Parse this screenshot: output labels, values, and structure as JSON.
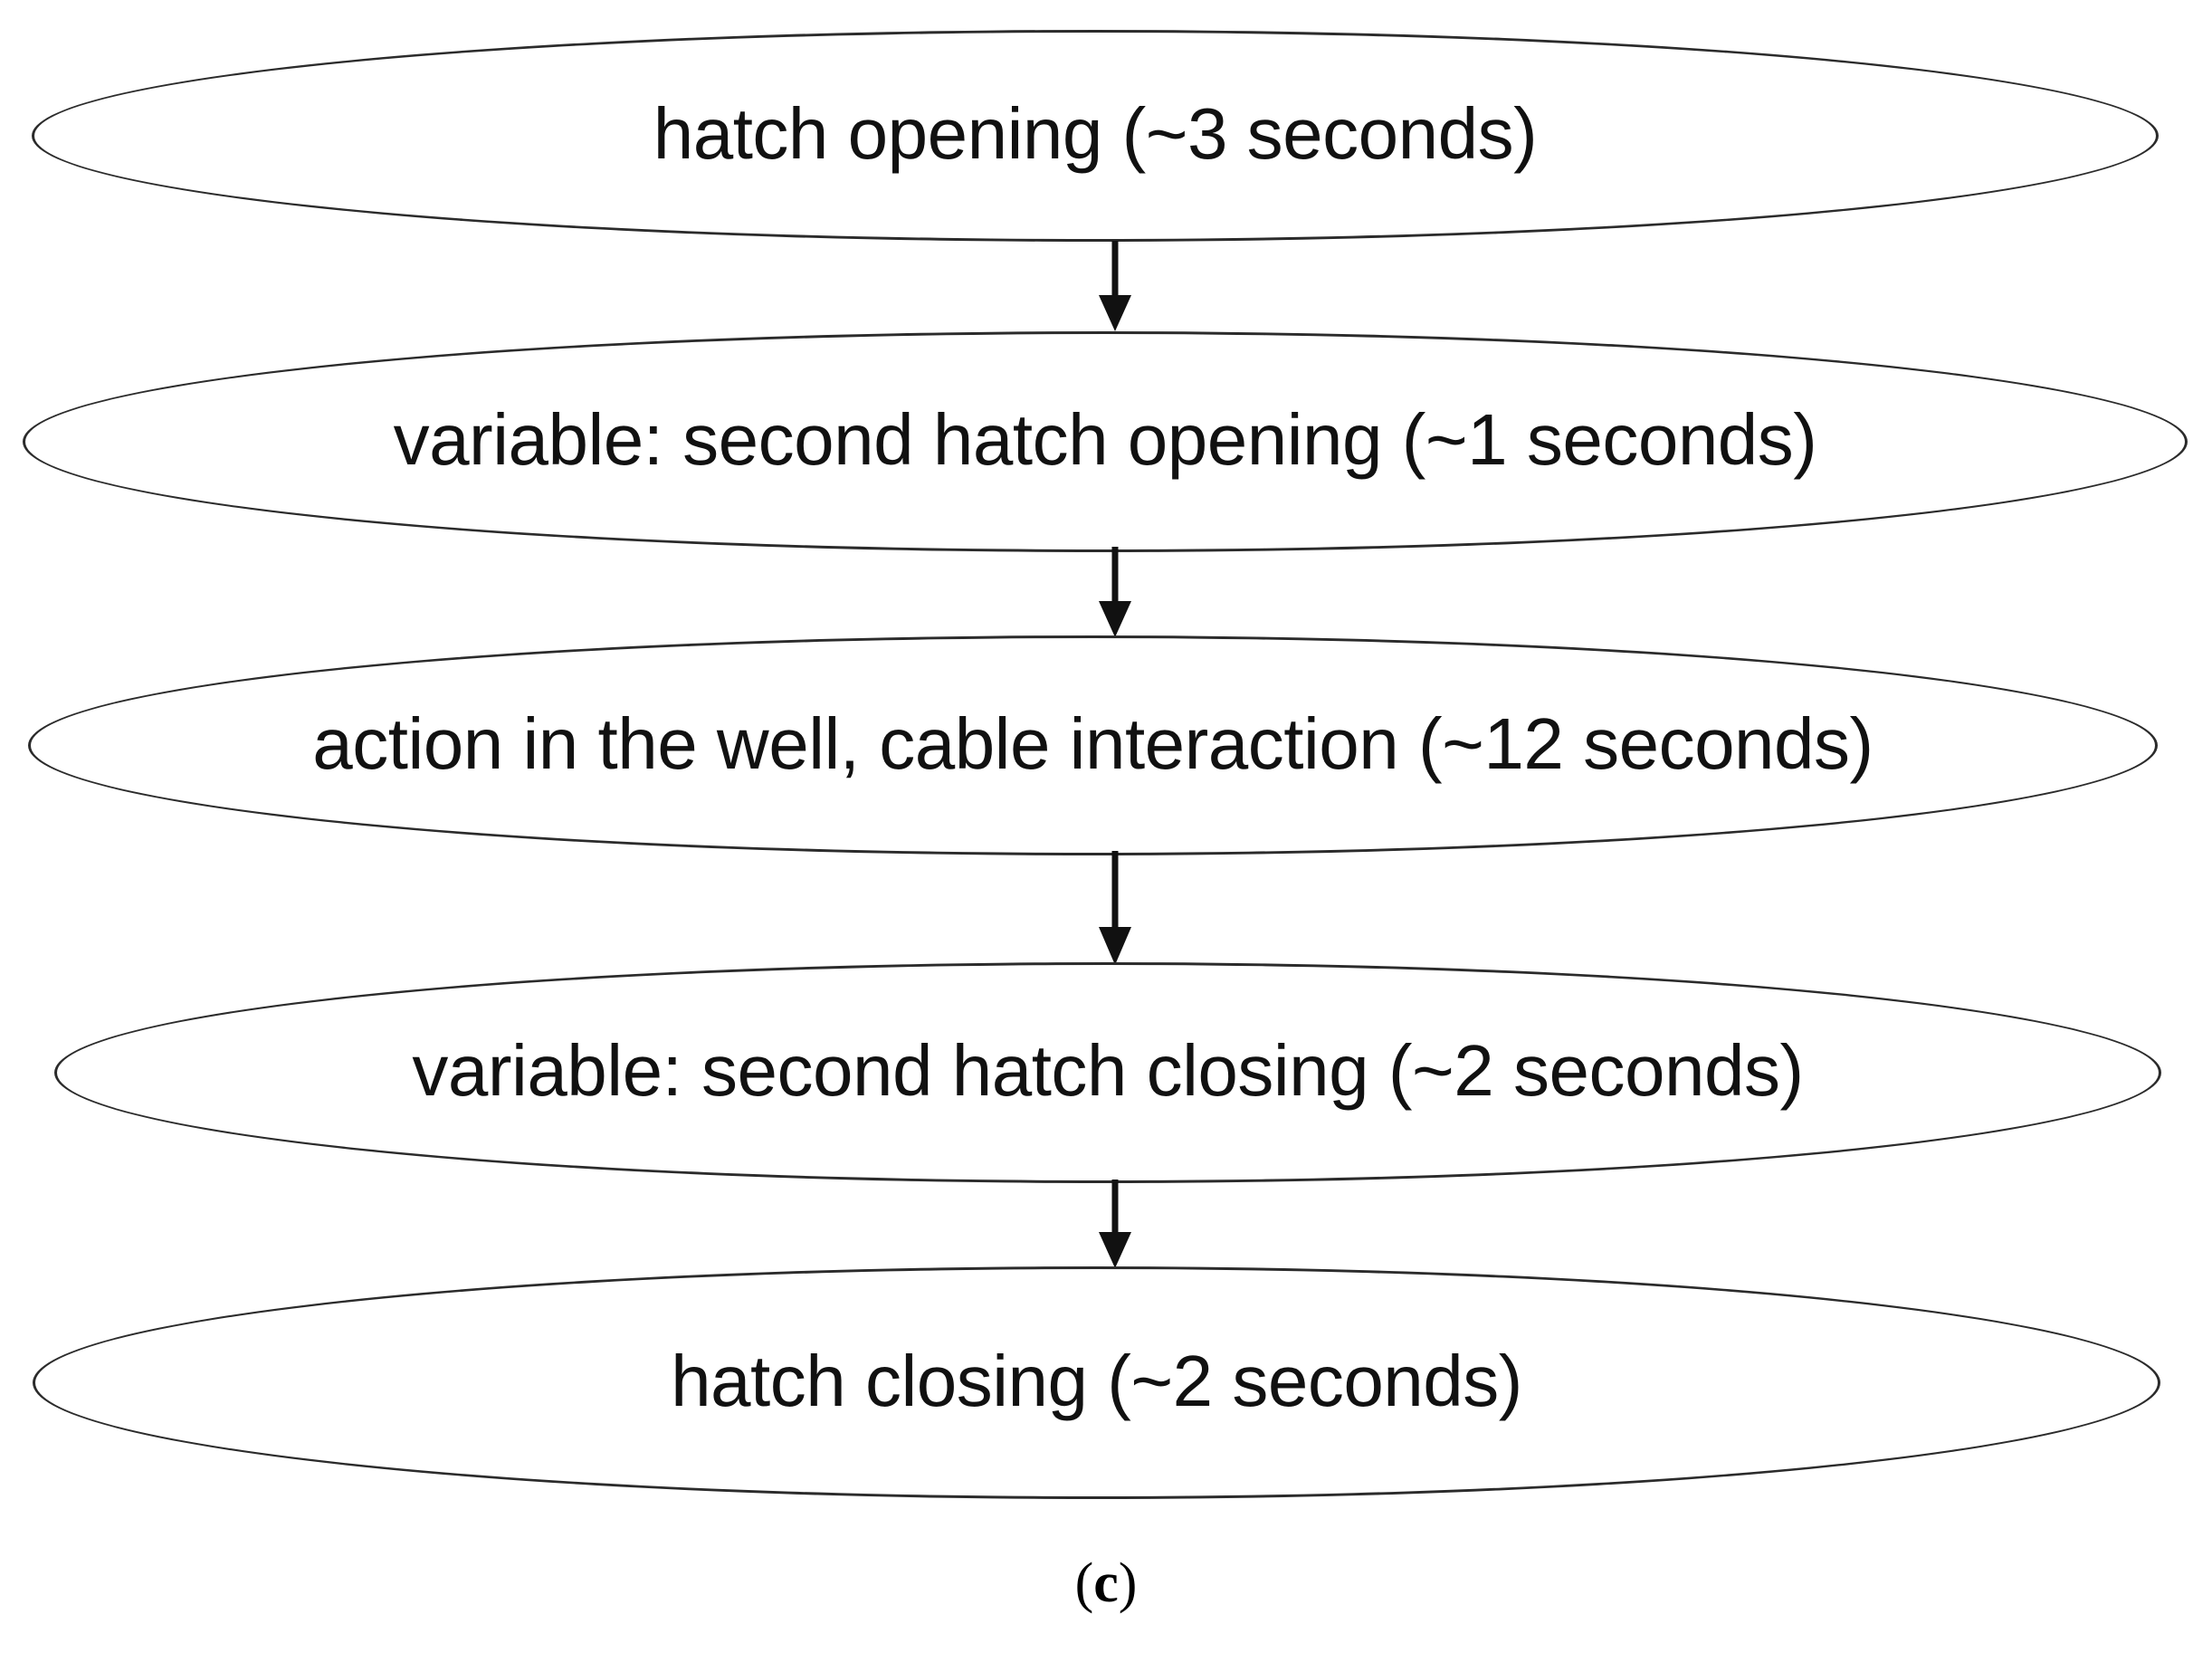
{
  "figure": {
    "caption_open_paren": "(",
    "caption_letter": "c",
    "caption_close_paren": ")",
    "caption_full": "(c)",
    "background_color": "#ffffff",
    "stroke_color": "#2b2b2b",
    "text_color": "#111111"
  },
  "diagram": {
    "type": "flowchart",
    "orientation": "vertical",
    "shape": "ellipse",
    "nodes": [
      {
        "id": "hatch-opening",
        "label": "hatch opening (~3 seconds)",
        "step": 1,
        "duration_seconds": 3,
        "duration_text": "~3 seconds",
        "variable": false
      },
      {
        "id": "second-hatch-opening",
        "label": "variable: second hatch opening (~1 seconds)",
        "step": 2,
        "duration_seconds": 1,
        "duration_text": "~1 seconds",
        "variable": true
      },
      {
        "id": "action-in-well",
        "label": "action in the well, cable interaction (~12 seconds)",
        "step": 3,
        "duration_seconds": 12,
        "duration_text": "~12 seconds",
        "variable": false
      },
      {
        "id": "second-hatch-closing",
        "label": "variable: second hatch closing (~2 seconds)",
        "step": 4,
        "duration_seconds": 2,
        "duration_text": "~2 seconds",
        "variable": true
      },
      {
        "id": "hatch-closing",
        "label": "hatch closing (~2 seconds)",
        "step": 5,
        "duration_seconds": 2,
        "duration_text": "~2 seconds",
        "variable": false
      }
    ],
    "edges": [
      {
        "from": "hatch-opening",
        "to": "second-hatch-opening",
        "marker": "arrowhead-down"
      },
      {
        "from": "second-hatch-opening",
        "to": "action-in-well",
        "marker": "arrowhead-down"
      },
      {
        "from": "action-in-well",
        "to": "second-hatch-closing",
        "marker": "arrowhead-down"
      },
      {
        "from": "second-hatch-closing",
        "to": "hatch-closing",
        "marker": "arrowhead-down"
      }
    ]
  }
}
